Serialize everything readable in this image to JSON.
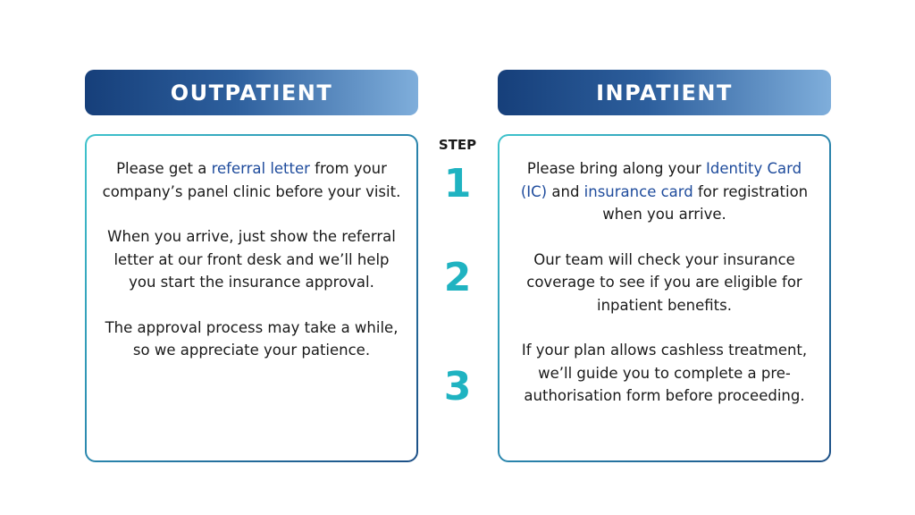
{
  "outpatient": {
    "title": "OUTPATIENT",
    "p1": {
      "a": "Please get a ",
      "b": "referral letter",
      "c": " from your company’s panel clinic before your visit."
    },
    "p2": "When you arrive, just show the referral letter at our front desk and we’ll help you start the insurance approval.",
    "p3": "The approval process may take a while, so we appreciate your patience."
  },
  "inpatient": {
    "title": "INPATIENT",
    "p1": {
      "a": "Please bring along your ",
      "b": "Identity Card (IC)",
      "c": " and ",
      "d": "insurance card",
      "e": " for registration when you arrive."
    },
    "p2": "Our team will check your insurance coverage to see if you are eligible for inpatient benefits.",
    "p3": "If your plan allows cashless treatment, we’ll guide you to complete a pre-authorisation form before proceeding."
  },
  "steps": {
    "label": "STEP",
    "numbers": [
      "1",
      "2",
      "3"
    ]
  },
  "colors": {
    "header_gradient_start": "#163f7a",
    "header_gradient_end": "#7faedb",
    "highlight_text": "#1e4b9c",
    "step_number": "#1fb3c1",
    "card_border_start": "#3ec3cc",
    "card_border_end": "#1c4f86"
  }
}
